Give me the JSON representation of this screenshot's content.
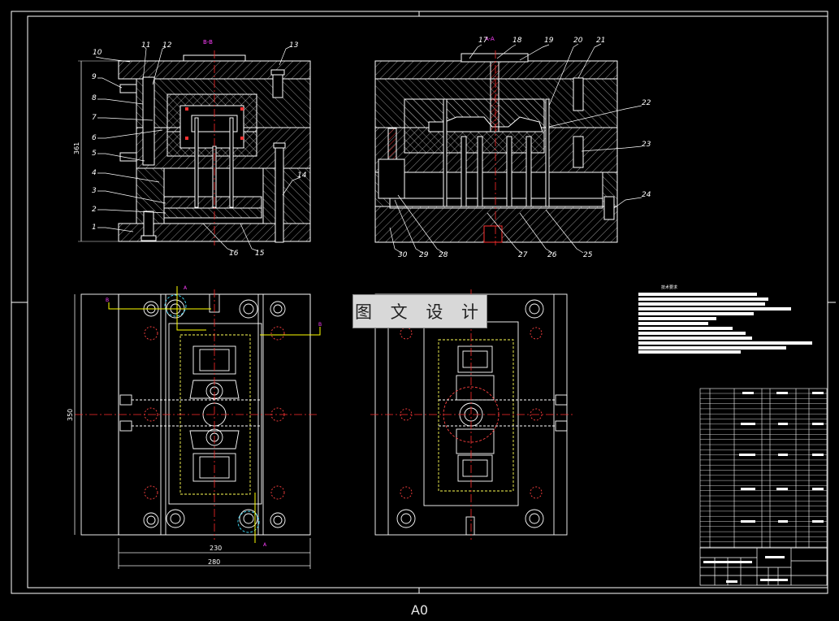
{
  "watermark": "图 文 设 计",
  "sheet_size": "A0",
  "section_titles": {
    "left": "B-B",
    "right": "A-A"
  },
  "callouts": [
    "1",
    "2",
    "3",
    "4",
    "5",
    "6",
    "7",
    "8",
    "9",
    "10",
    "11",
    "12",
    "13",
    "14",
    "15",
    "16",
    "17",
    "18",
    "19",
    "20",
    "21",
    "22",
    "23",
    "24",
    "25",
    "26",
    "27",
    "28",
    "29",
    "30"
  ],
  "dimensions": {
    "height_front": "361",
    "width_inner": "230",
    "width_outer": "280",
    "height_plan": "350"
  },
  "section_markers": [
    "A",
    "A",
    "B",
    "B"
  ],
  "tech_requirements_title": "技术要求",
  "colors": {
    "line": "#ffffff",
    "centerline": "#ff2a2a",
    "dimension": "#e8e8e8",
    "hidden": "#ffff55",
    "accent_magenta": "#ff40ff",
    "accent_cyan": "#40e0ff",
    "accent_yellow": "#ffff00"
  }
}
